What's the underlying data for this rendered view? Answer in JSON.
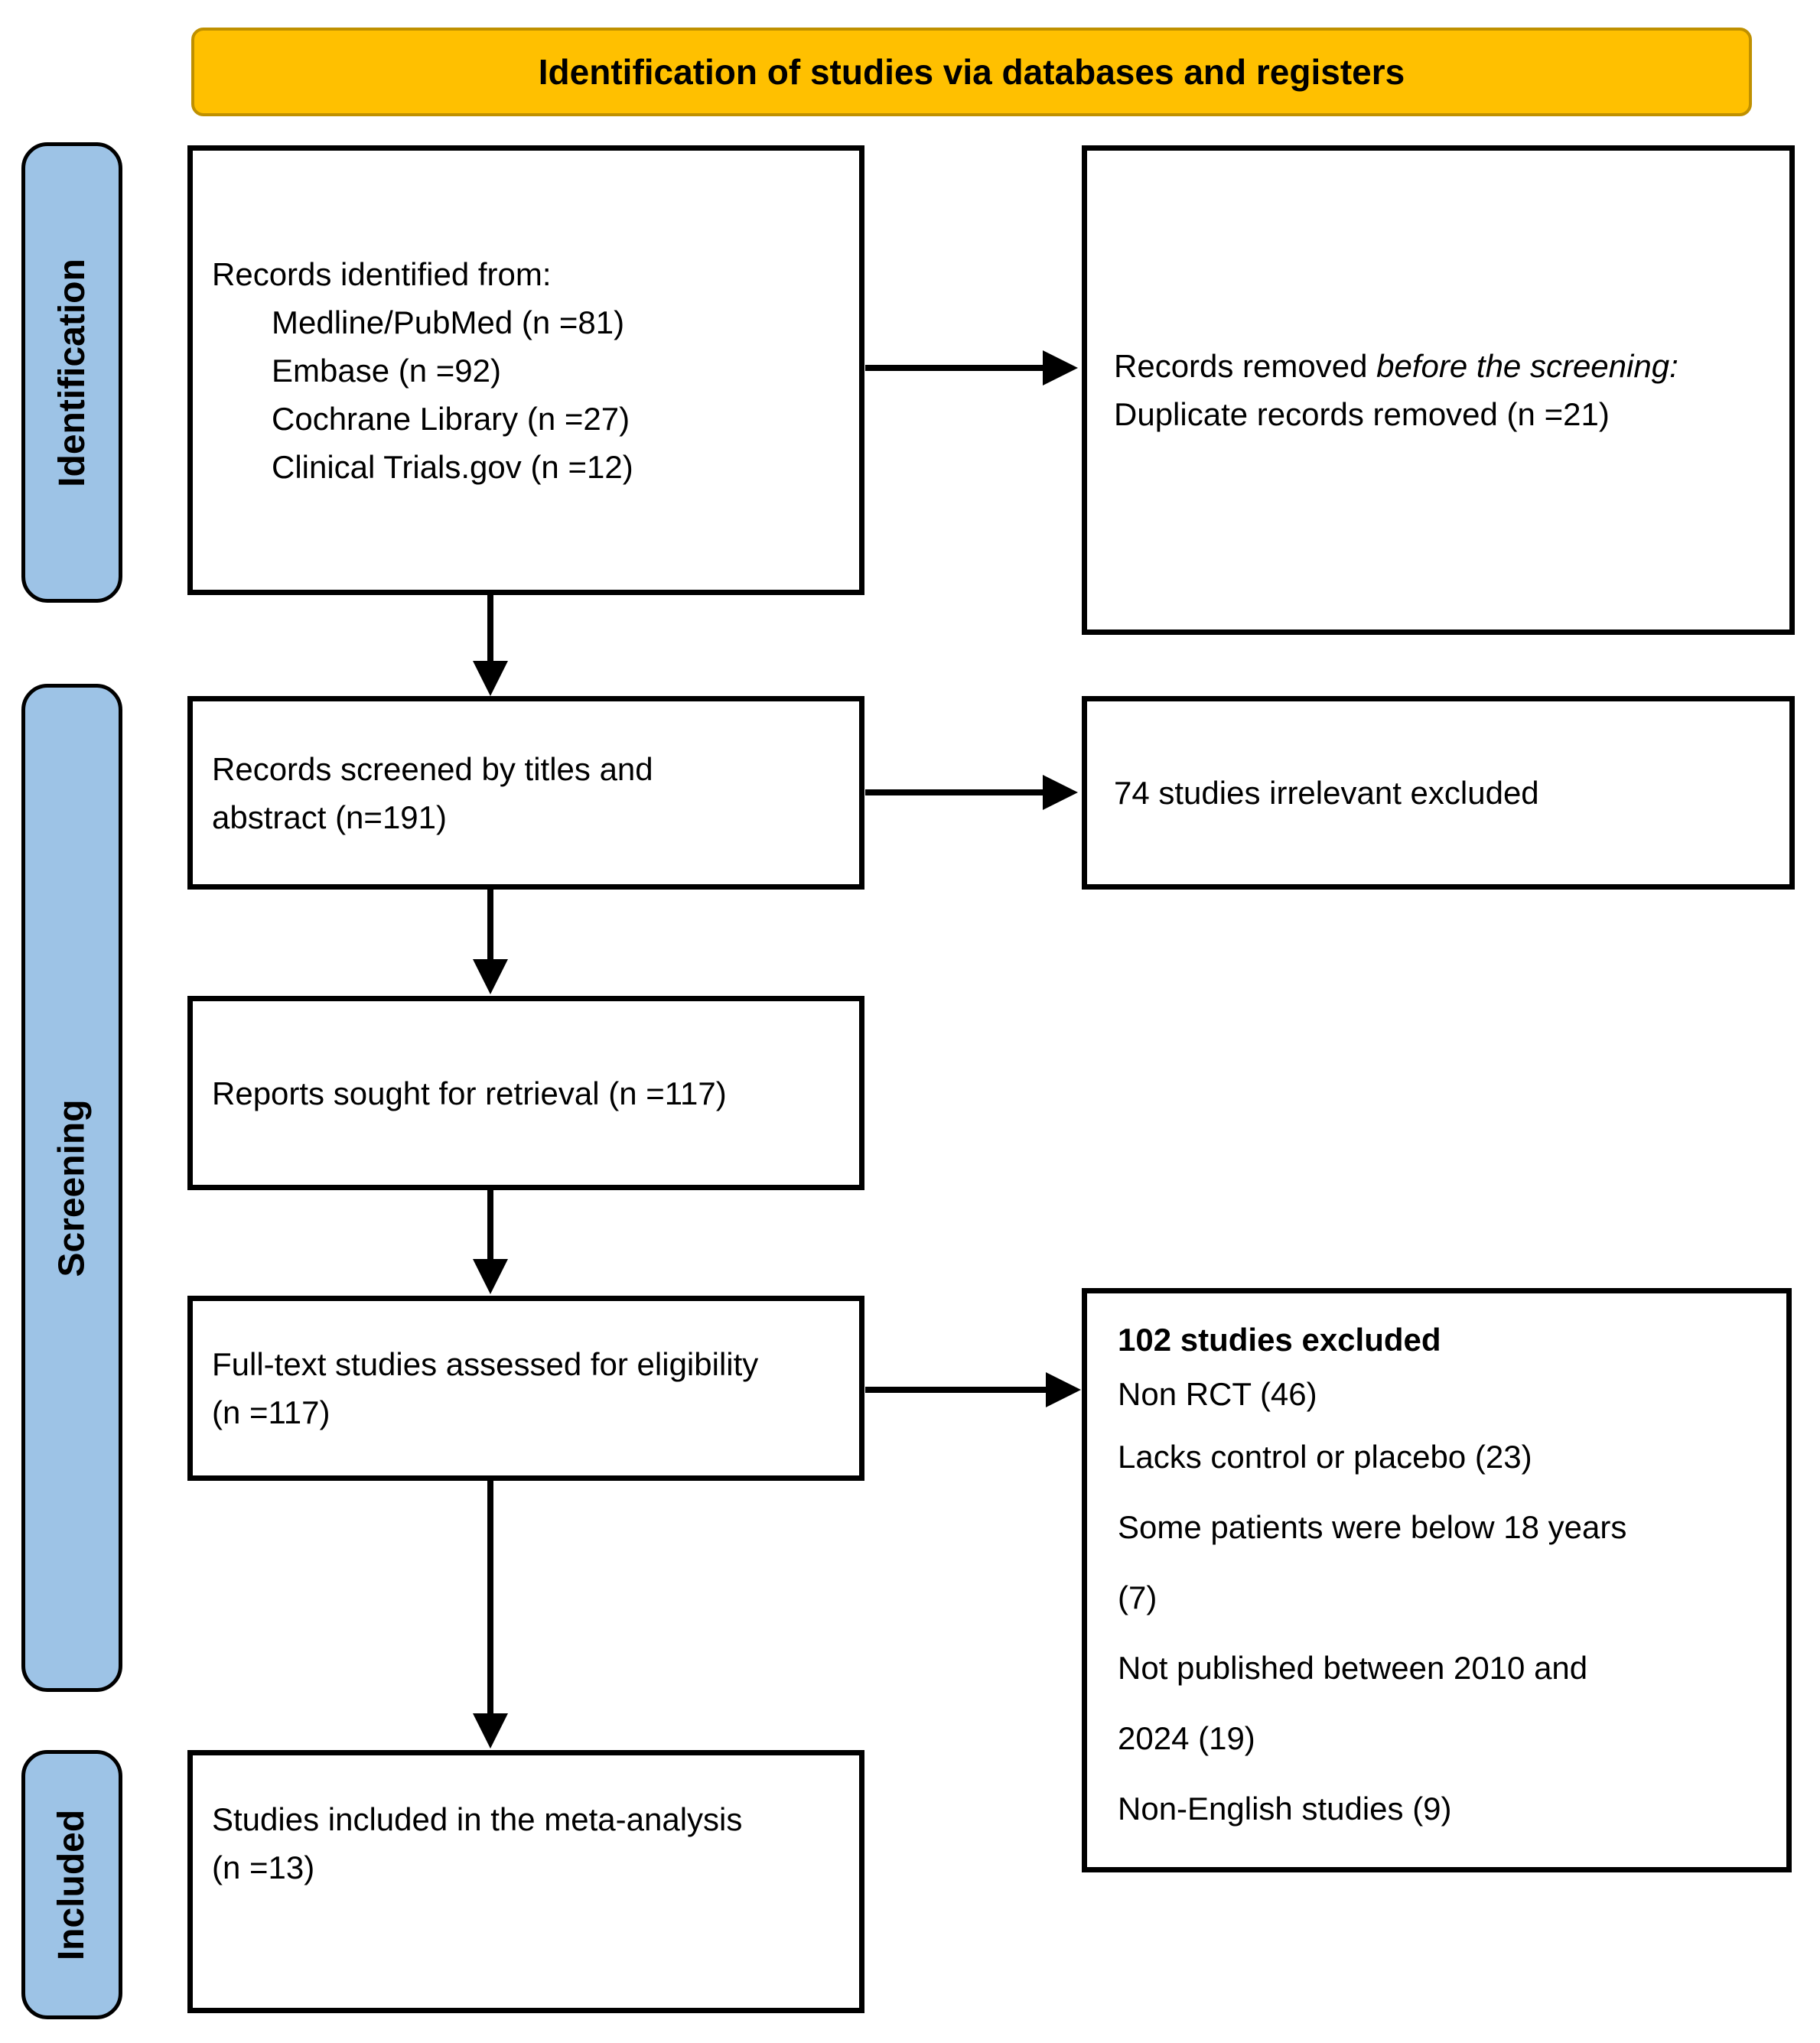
{
  "banner": {
    "title": "Identification of studies via databases and registers",
    "bg_color": "#FFC000"
  },
  "stages": {
    "identification": {
      "label": "Identification"
    },
    "screening": {
      "label": "Screening"
    },
    "included": {
      "label": "Included"
    }
  },
  "stage_color": "#9DC3E6",
  "boxes": {
    "records_identified": {
      "intro": "Records identified from:",
      "items": [
        "Medline/PubMed (n =81)",
        "Embase (n =92)",
        "Cochrane Library (n =27)",
        "Clinical Trials.gov (n =12)"
      ]
    },
    "records_removed": {
      "prefix": "Records removed ",
      "italic": "before the screening",
      "suffix": ":",
      "line2": "Duplicate records removed (n =21)"
    },
    "records_screened": {
      "text": "Records screened by titles and abstract (n=191)"
    },
    "irrelevant_excluded": {
      "text": "74 studies irrelevant excluded"
    },
    "reports_sought": {
      "text": "Reports sought for retrieval (n =117)"
    },
    "fulltext_assessed": {
      "text": "Full-text studies assessed for eligibility (n =117)"
    },
    "studies_excluded": {
      "title": "102 studies excluded",
      "items": [
        "Non RCT (46)",
        "Lacks control or placebo (23)",
        "Some patients were below 18 years (7)",
        "Not published between 2010 and 2024 (19)",
        "Non-English studies (9)"
      ]
    },
    "studies_included": {
      "text": "Studies included in the meta-analysis (n =13)"
    }
  }
}
